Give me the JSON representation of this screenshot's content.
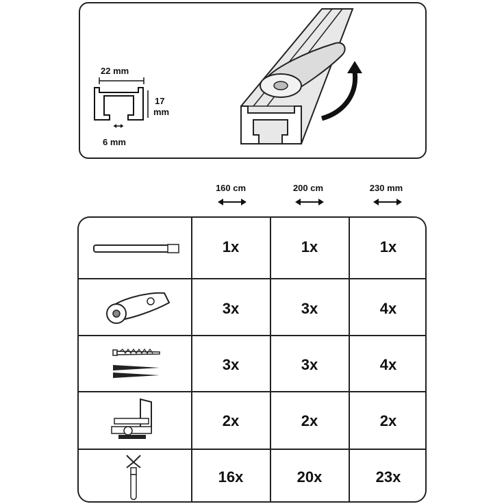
{
  "profile": {
    "width": "22 mm",
    "height_line1": "17",
    "height_line2": "mm",
    "slot": "6 mm"
  },
  "columns": [
    "160 cm",
    "200 cm",
    "230 mm"
  ],
  "rows": [
    {
      "icon": "rail-bar-icon",
      "quantities": [
        "1x",
        "1x",
        "1x"
      ]
    },
    {
      "icon": "bracket-clip-icon",
      "quantities": [
        "3x",
        "3x",
        "4x"
      ]
    },
    {
      "icon": "screw-dowel-icon",
      "quantities": [
        "3x",
        "3x",
        "4x"
      ]
    },
    {
      "icon": "end-stop-icon",
      "quantities": [
        "2x",
        "2x",
        "2x"
      ]
    },
    {
      "icon": "glider-hook-icon",
      "quantities": [
        "16x",
        "20x",
        "23x"
      ]
    }
  ]
}
